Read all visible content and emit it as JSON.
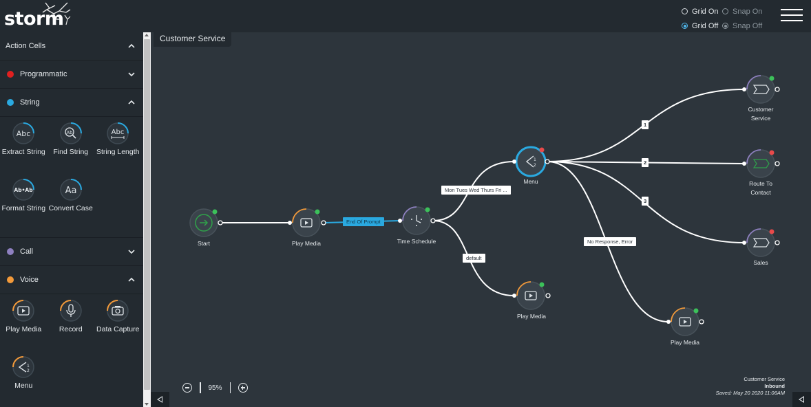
{
  "header": {
    "logo_text": "storm",
    "grid_options": [
      "Grid On",
      "Grid Off"
    ],
    "grid_selected": "Grid Off",
    "snap_options": [
      "Snap On",
      "Snap Off"
    ],
    "snap_selected": "Snap Off"
  },
  "sidebar": {
    "title": "Action Cells",
    "sections": [
      {
        "label": "Programmatic",
        "color": "#e02020",
        "expanded": false
      },
      {
        "label": "String",
        "color": "#2aa9e0",
        "expanded": true,
        "cells": [
          "Extract String",
          "Find String",
          "String Length",
          "Format String",
          "Convert Case"
        ]
      },
      {
        "label": "Call",
        "color": "#8e80c0",
        "expanded": false
      },
      {
        "label": "Voice",
        "color": "#f39a3a",
        "expanded": true,
        "cells": [
          "Play Media",
          "Record",
          "Data Capture",
          "Menu"
        ]
      }
    ]
  },
  "canvas": {
    "title": "Customer Service",
    "zoom": "95%",
    "info": {
      "name": "Customer Service",
      "direction": "Inbound",
      "saved": "Saved: May 20 2020 11:06AM"
    }
  },
  "flow": {
    "nodes": {
      "start": "Start",
      "play1": "Play Media",
      "time": "Time Schedule",
      "play2": "Play Media",
      "menu": "Menu",
      "cs": "Customer Service",
      "route": "Route To Contact",
      "sales": "Sales",
      "play3": "Play Media"
    },
    "edges": {
      "eop": "End Of Prompt",
      "days": "Mon Tues Wed Thurs Fri ...",
      "default": "default",
      "one": "1",
      "two": "2",
      "three": "3",
      "noresp": "No Response, Error"
    }
  }
}
